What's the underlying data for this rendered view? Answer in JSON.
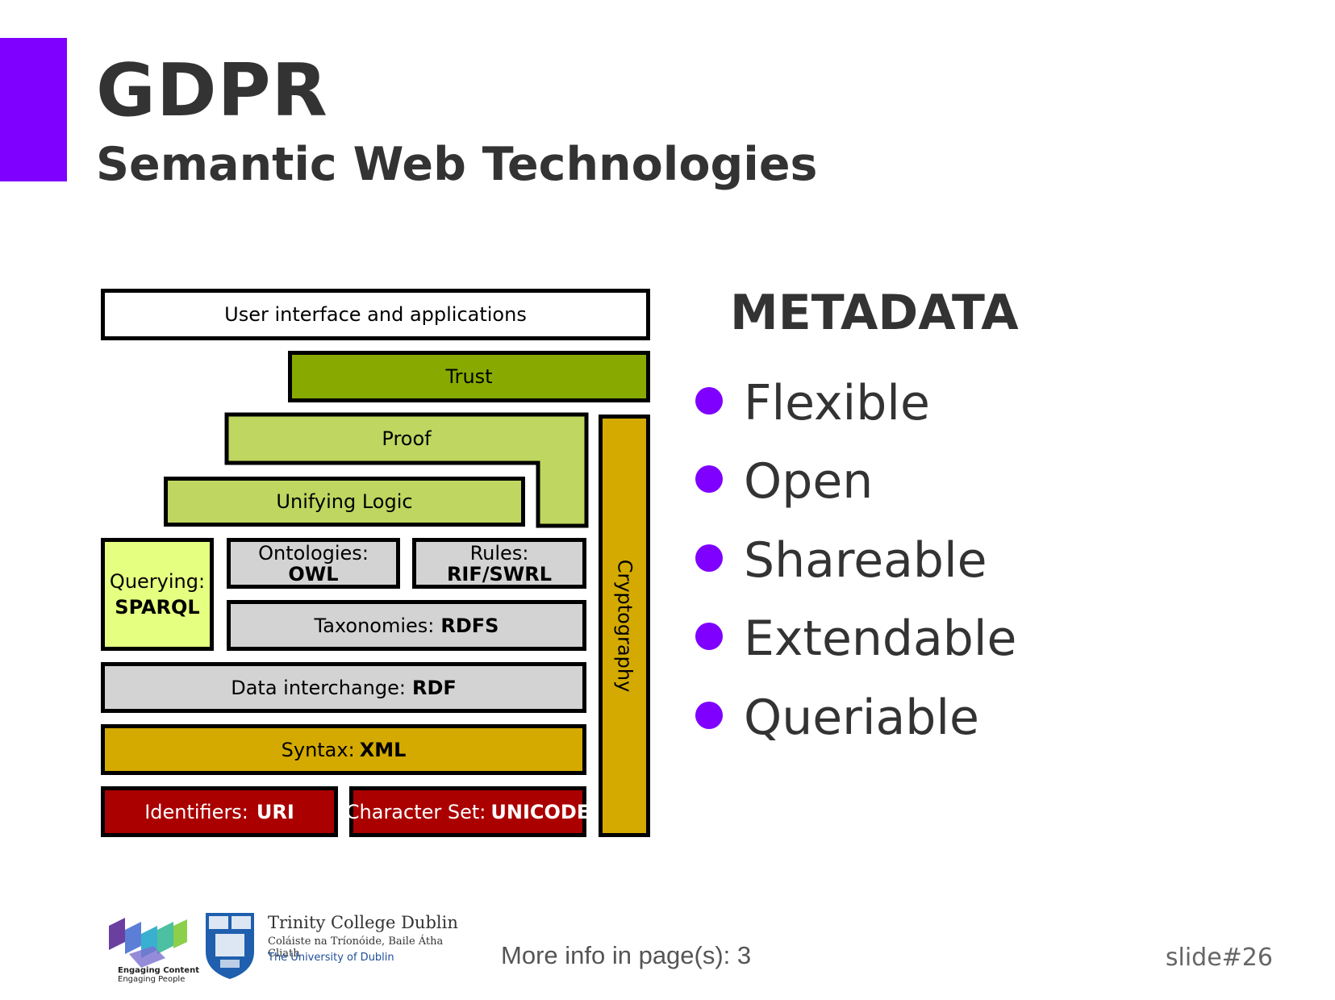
{
  "slide": {
    "title": "GDPR",
    "subtitle": "Semantic Web Technologies",
    "accent_color": "#7f00ff"
  },
  "stack_diagram": {
    "user_interface": "User interface and applications",
    "trust": "Trust",
    "proof": "Proof",
    "unifying_logic": "Unifying Logic",
    "querying": {
      "label": "Querying:",
      "value": "SPARQL"
    },
    "ontologies": {
      "label": "Ontologies:",
      "value": "OWL"
    },
    "rules": {
      "label": "Rules:",
      "value": "RIF/SWRL"
    },
    "taxonomies": {
      "label": "Taxonomies:",
      "value": "RDFS"
    },
    "data_interchange": {
      "label": "Data interchange:",
      "value": "RDF"
    },
    "syntax": {
      "label": "Syntax:",
      "value": "XML"
    },
    "identifiers": {
      "label": "Identifiers:",
      "value": "URI"
    },
    "charset": {
      "label": "Character Set:",
      "value": "UNICODE"
    },
    "cryptography": "Cryptography",
    "colors": {
      "trust": "#88aa00",
      "logic": "#bfd660",
      "querying": "#e5ff80",
      "grey": "#d3d3d3",
      "gold": "#d4aa00",
      "red": "#aa0000"
    }
  },
  "metadata_panel": {
    "heading": "METADATA",
    "items": [
      "Flexible",
      "Open",
      "Shareable",
      "Extendable",
      "Queriable"
    ]
  },
  "footer": {
    "adapt_tagline_1": "Engaging Content",
    "adapt_tagline_2": "Engaging People",
    "tcd_name": "Trinity College Dublin",
    "tcd_irish": "Coláiste na Tríonóide, Baile Átha Cliath",
    "tcd_university": "The University of Dublin",
    "more_info": "More info in page(s): 3",
    "slide_number": "slide#26"
  }
}
